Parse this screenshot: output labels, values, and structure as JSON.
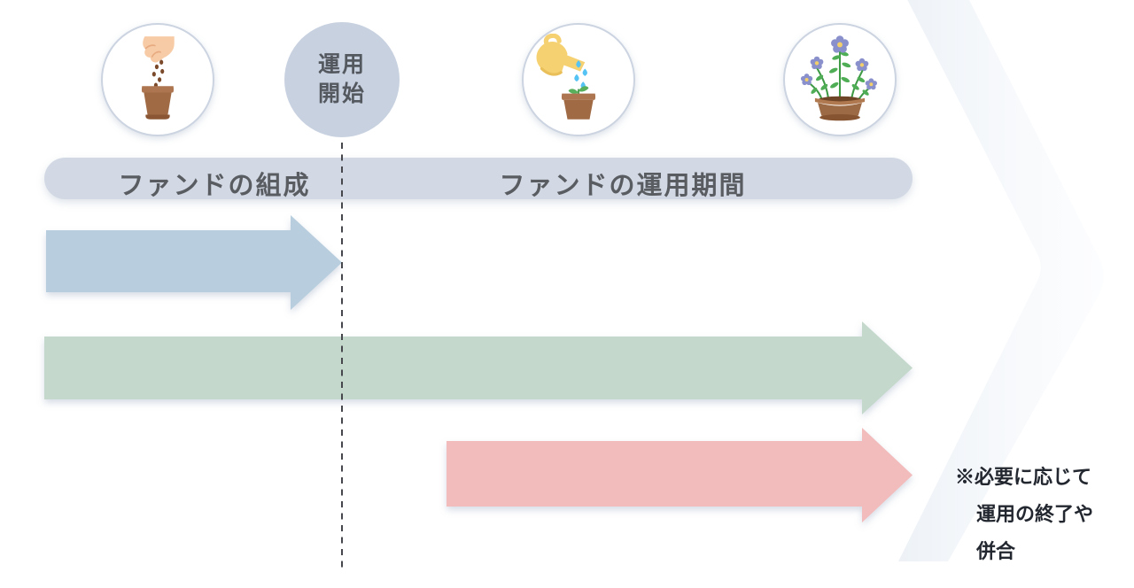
{
  "phase_labels": [
    "ファンドの組成",
    "ファンドの運用期間"
  ],
  "milestone": {
    "line1": "運用",
    "line2": "開始"
  },
  "note_lines": [
    "※必要に応じて",
    "運用の終了や",
    "併合"
  ],
  "icons": [
    "seed-planting-icon",
    "watering-sprout-icon",
    "blooming-plant-icon"
  ],
  "arrows": [
    {
      "name": "formation-arrow",
      "color": "#b8cede"
    },
    {
      "name": "operation-arrow",
      "color": "#c4d8cc"
    },
    {
      "name": "termination-arrow",
      "color": "#f2bcbc"
    }
  ],
  "colors": {
    "bar_fill": "#d2d9e4",
    "milestone_fill": "#c8d1e0",
    "label_text": "#595c61",
    "note_text": "#23272f",
    "dashed_line": "#45474c",
    "arrow_blue": "#b8cede",
    "arrow_green": "#c4d8cc",
    "arrow_pink": "#f2bcbc",
    "chevron_fill": "#eef2f7",
    "icon_circle_border": "#ccd4e1"
  }
}
